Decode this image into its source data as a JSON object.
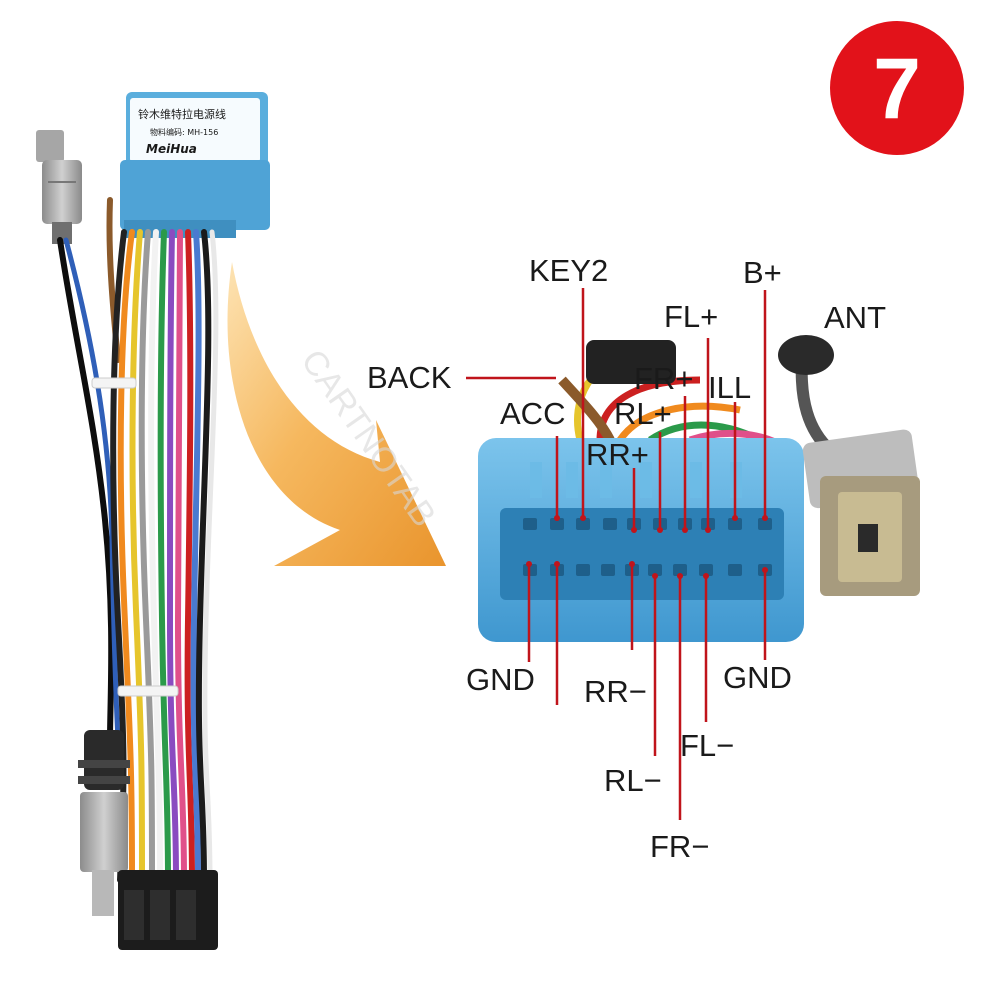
{
  "badge": {
    "number": "7",
    "color": "#e2121a"
  },
  "harness_tag": {
    "line1": "铃木维特拉电源线",
    "line2": "物料编码: MH-156",
    "brand": "MeiHua"
  },
  "watermark": "CARTNOTAB",
  "pin_labels": {
    "key2": "KEY2",
    "b_plus": "B+",
    "fl_plus": "FL+",
    "ant": "ANT",
    "back": "BACK",
    "fr_plus": "FR+",
    "ill": "ILL",
    "acc": "ACC",
    "rl_plus": "RL+",
    "rr_plus": "RR+",
    "gnd_left": "GND",
    "gnd_right": "GND",
    "rr_minus": "RR−",
    "fl_minus": "FL−",
    "rl_minus": "RL−",
    "fr_minus": "FR−"
  },
  "colors": {
    "pointer": "#c0141b",
    "connector_body": "#4fa6d8",
    "arrow": "#f2a33a"
  },
  "icons": [
    "wire-harness-photo",
    "curved-arrow",
    "connector-face",
    "antenna-plug"
  ]
}
